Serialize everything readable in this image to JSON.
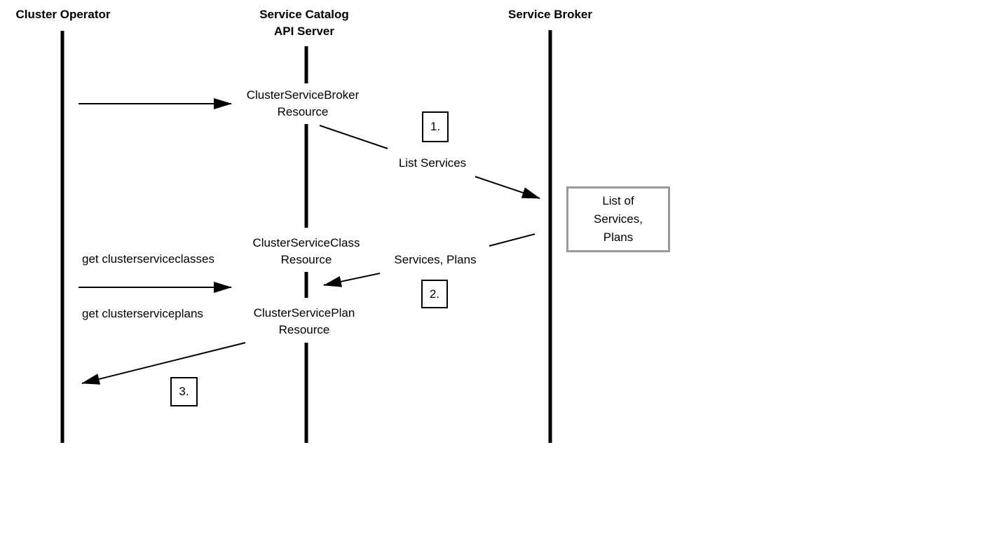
{
  "diagram": {
    "colors": {
      "line_color": "#000000",
      "note_border_color": "#999999",
      "background_color": "#ffffff",
      "text_color": "#000000"
    },
    "actors": {
      "cluster_operator": {
        "label": "Cluster Operator"
      },
      "api_server": {
        "label_line1": "Service Catalog",
        "label_line2": "API Server"
      },
      "service_broker": {
        "label": "Service Broker"
      }
    },
    "resources": {
      "cluster_service_broker": {
        "line1": "ClusterServiceBroker",
        "line2": "Resource"
      },
      "cluster_service_class": {
        "line1": "ClusterServiceClass",
        "line2": "Resource"
      },
      "cluster_service_plan": {
        "line1": "ClusterServicePlan",
        "line2": "Resource"
      }
    },
    "messages": {
      "list_services": "List Services",
      "services_plans": "Services, Plans",
      "get_clusterserviceclasses": "get clusterserviceclasses",
      "get_clusterserviceplans": "get clusterserviceplans"
    },
    "steps": {
      "step1": "1.",
      "step2": "2.",
      "step3": "3."
    },
    "note": {
      "line1": "List of",
      "line2": "Services,",
      "line3": "Plans"
    }
  }
}
